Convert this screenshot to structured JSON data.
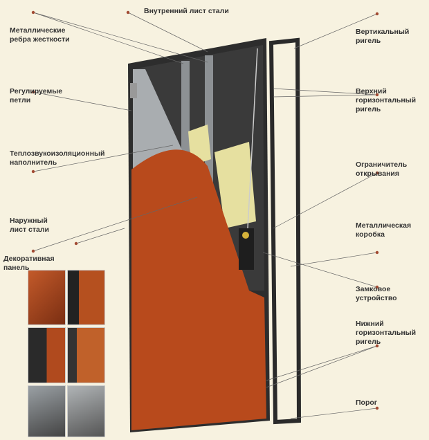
{
  "labels": {
    "inner_sheet": "Внутренний лист стали",
    "ribs": "Металлические\nребра жесткости",
    "hinges": "Регулируемые\nпетли",
    "filler": "Теплозвукоизоляционный\nнаполнитель",
    "outer_sheet": "Наружный\nлист стали",
    "panel": "Декоративная\nпанель",
    "vertical_bolt": "Вертикальный\nригель",
    "upper_bolt": "Верхний\nгоризонтальный\nригель",
    "limiter": "Ограничитель\nоткрывания",
    "frame": "Металлическая\nкоробка",
    "lock": "Замковое\nустройство",
    "lower_bolt": "Нижний\nгоризонтальный\nригель",
    "threshold": "Порог"
  },
  "colors": {
    "background": "#f7f2e0",
    "dot": "#a24a32",
    "panel": "#b84a1c",
    "steel": "#a9adb0",
    "filler": "#e6e0a0",
    "frame": "#2a2a2a"
  }
}
